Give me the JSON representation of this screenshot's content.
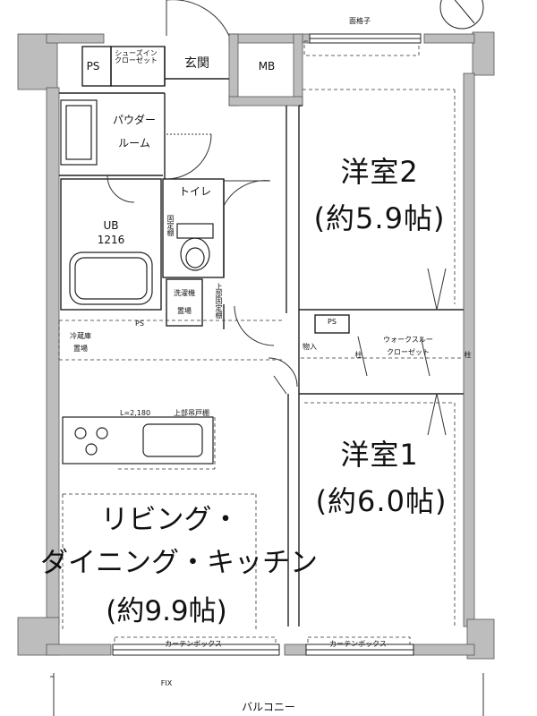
{
  "plan": {
    "bedroom2": {
      "name": "洋室2",
      "size": "(約5.9帖)"
    },
    "bedroom1": {
      "name": "洋室1",
      "size": "(約6.0帖)"
    },
    "ldk": {
      "name_line1": "リビング・",
      "name_line2": "ダイニング・キッチン",
      "size": "(約9.9帖)"
    },
    "labels": {
      "ps_top": "PS",
      "shoes_closet": "シューズイン\nクローゼット",
      "entrance": "玄関",
      "mb": "MB",
      "lattice": "面格子",
      "powder_room_1": "パウダー",
      "powder_room_2": "ルーム",
      "toilet": "トイレ",
      "fixed_shelf": "固定棚",
      "ub": "UB",
      "ub_size": "1216",
      "washer_1": "洗濯機",
      "washer_2": "置場",
      "upper_fixed_shelf": "上部固定棚",
      "ps_mid": "PS",
      "fridge_1": "冷蔵庫",
      "fridge_2": "置場",
      "storage": "物入",
      "ps_right": "PS",
      "walk_in_closet_1": "ウォークスルー",
      "walk_in_closet_2": "クローゼット",
      "pillar_left": "柱",
      "pillar_right": "柱",
      "kitchen_spec": "L=2,180",
      "upper_cabinet": "上部吊戸棚",
      "curtain_box_left": "カーテンボックス",
      "curtain_box_right": "カーテンボックス",
      "fix": "FIX",
      "balcony": "バルコニー"
    }
  }
}
